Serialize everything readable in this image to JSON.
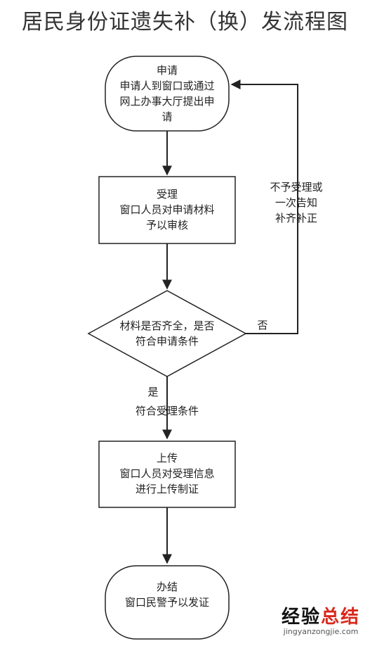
{
  "title": "居民身份证遗失补（换）发流程图",
  "nodes": {
    "apply": {
      "line1": "申请",
      "line2": "申请人到窗口或通过",
      "line3": "网上办事大厅提出申",
      "line4": "请"
    },
    "accept": {
      "line1": "受理",
      "line2": "窗口人员对申请材料",
      "line3": "予以审核"
    },
    "check": {
      "line1": "材料是否齐全，是否",
      "line2": "符合申请条件"
    },
    "upload": {
      "line1": "上传",
      "line2": "窗口人员对受理信息",
      "line3": "进行上传制证"
    },
    "finish": {
      "line1": "办结",
      "line2": "窗口民警予以发证"
    }
  },
  "edges": {
    "no_label": "否",
    "no_note": {
      "line1": "不予受理或",
      "line2": "一次告知",
      "line3": "补齐补正"
    },
    "yes_label": "是",
    "yes_note": "符合受理条件"
  },
  "watermark": {
    "text_a": "经验",
    "text_b": "总结",
    "url": "jingyanzongjie.com"
  }
}
